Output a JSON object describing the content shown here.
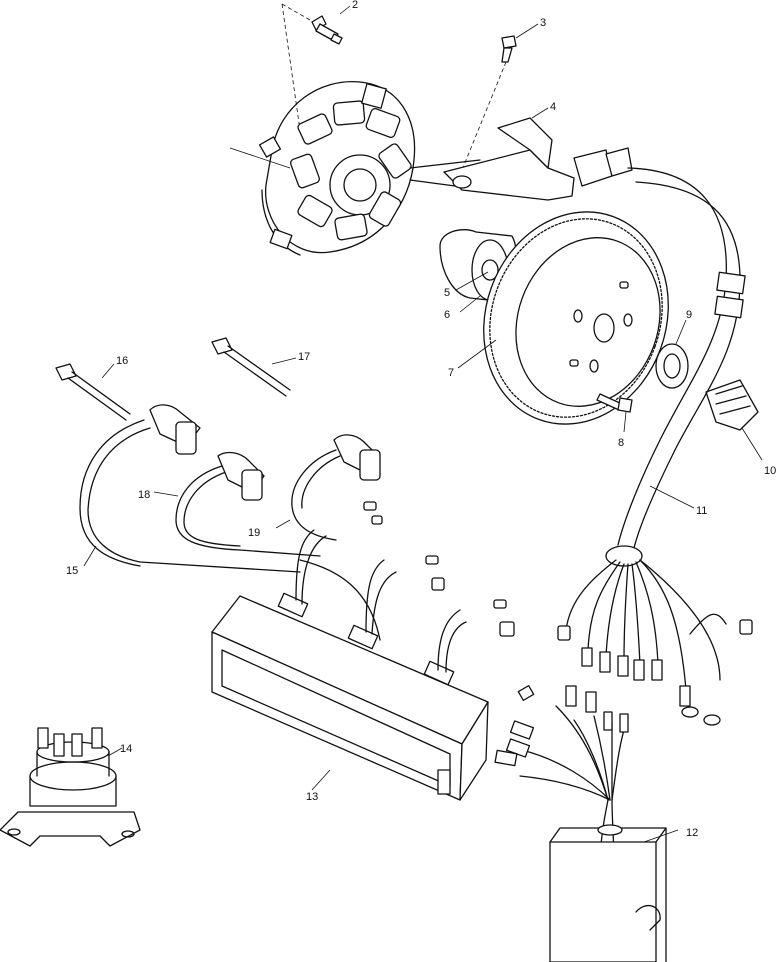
{
  "callouts": [
    {
      "id": "1",
      "label": ""
    },
    {
      "id": "2",
      "label": "2"
    },
    {
      "id": "3",
      "label": "3"
    },
    {
      "id": "4",
      "label": "4"
    },
    {
      "id": "5",
      "label": "5"
    },
    {
      "id": "6",
      "label": "6"
    },
    {
      "id": "7",
      "label": "7"
    },
    {
      "id": "8",
      "label": "8"
    },
    {
      "id": "9",
      "label": "9"
    },
    {
      "id": "10",
      "label": "10"
    },
    {
      "id": "11",
      "label": "11"
    },
    {
      "id": "12",
      "label": "12"
    },
    {
      "id": "13",
      "label": "13"
    },
    {
      "id": "14",
      "label": "14"
    },
    {
      "id": "15",
      "label": "15"
    },
    {
      "id": "16",
      "label": "16"
    },
    {
      "id": "17",
      "label": "17"
    },
    {
      "id": "18",
      "label": "18"
    },
    {
      "id": "19",
      "label": "19"
    }
  ]
}
